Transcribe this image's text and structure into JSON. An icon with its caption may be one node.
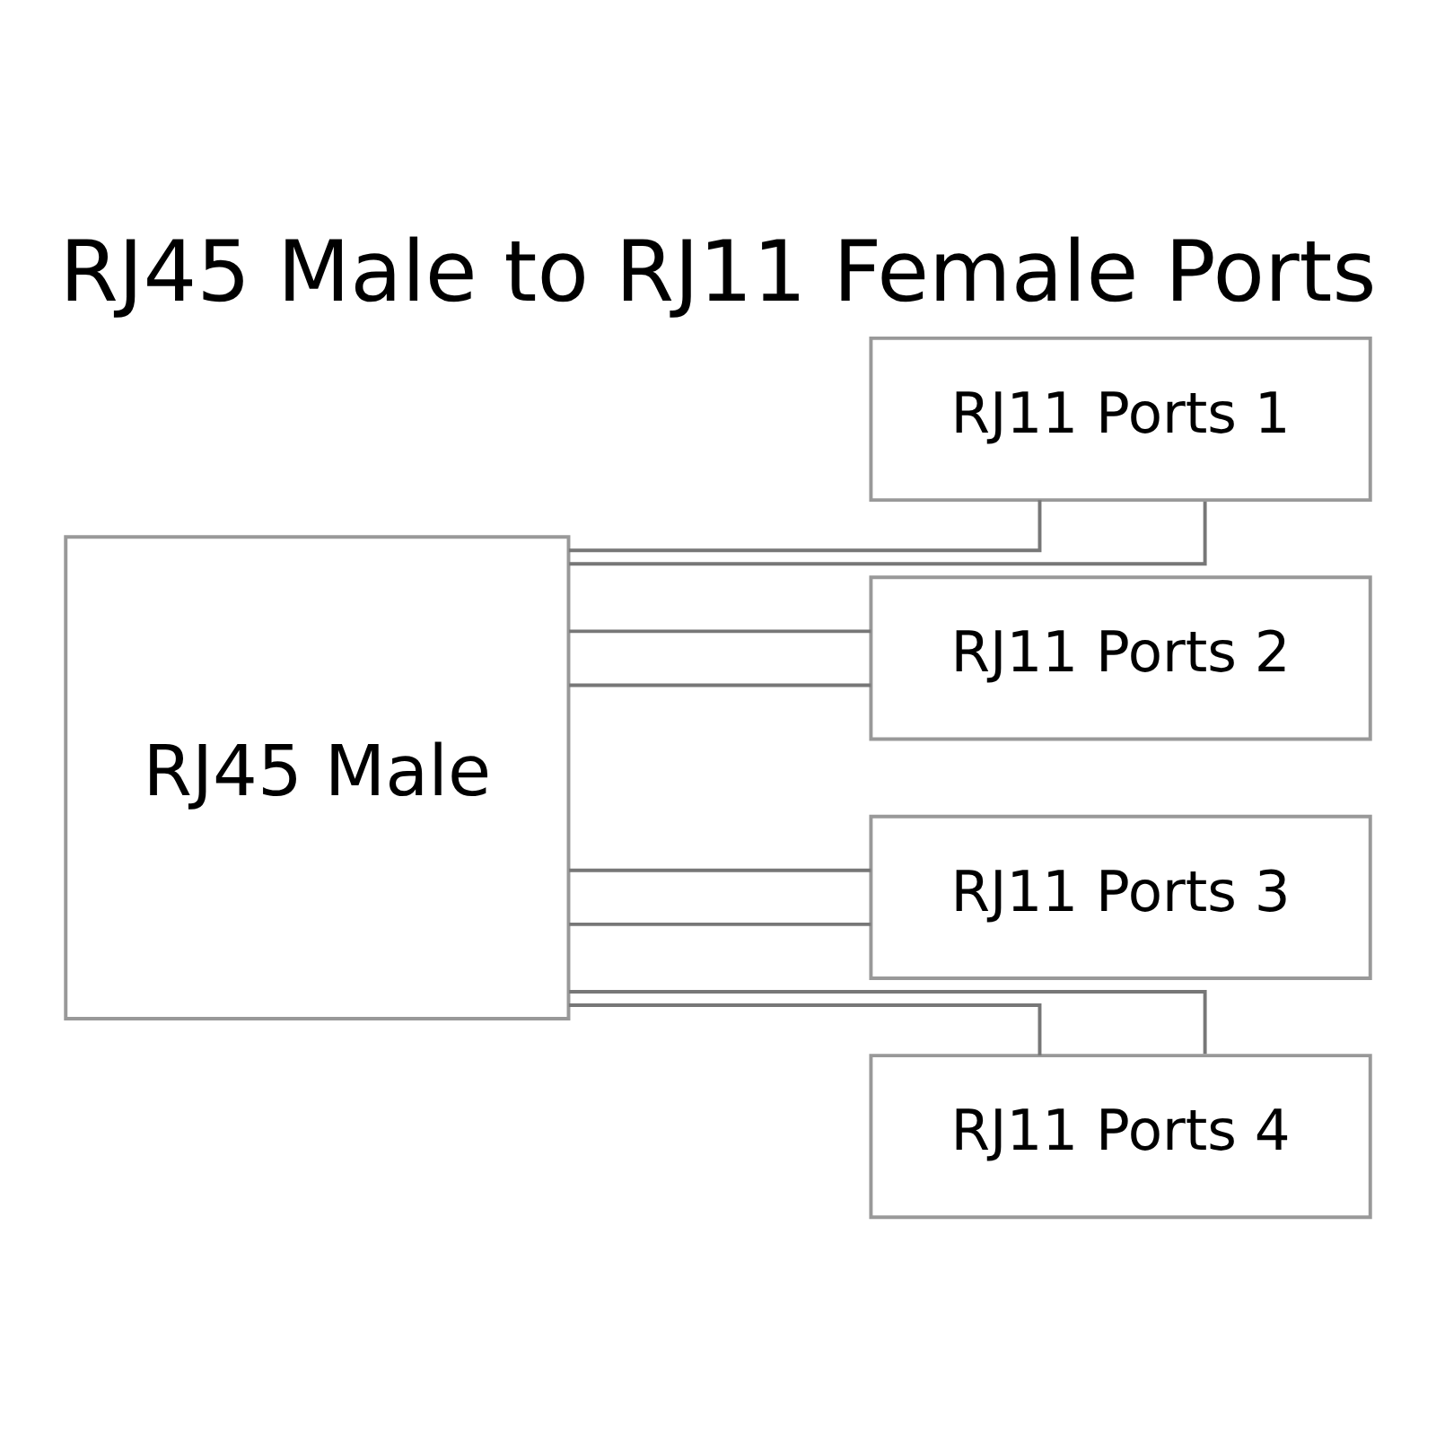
{
  "diagram": {
    "title": "RJ45 Male to RJ11 Female Ports",
    "nodes": [
      {
        "text": [
          "RJ45 Male"
        ]
      },
      {
        "text": [
          "RJ11 Ports 1"
        ]
      },
      {
        "text": [
          "RJ11 Ports 2"
        ]
      },
      {
        "text": [
          "RJ11 Ports 3"
        ]
      },
      {
        "text": [
          "RJ11 Ports 4"
        ]
      }
    ],
    "edges": [
      {
        "from": 0,
        "to": 1,
        "arrow": "none"
      },
      {
        "from": 0,
        "to": 1,
        "arrow": "none"
      },
      {
        "from": 0,
        "to": 2,
        "arrow": "none"
      },
      {
        "from": 0,
        "to": 2,
        "arrow": "none"
      },
      {
        "from": 0,
        "to": 3,
        "arrow": "none"
      },
      {
        "from": 0,
        "to": 3,
        "arrow": "none"
      },
      {
        "from": 0,
        "to": 4,
        "arrow": "none"
      },
      {
        "from": 0,
        "to": 4,
        "arrow": "none"
      }
    ]
  }
}
